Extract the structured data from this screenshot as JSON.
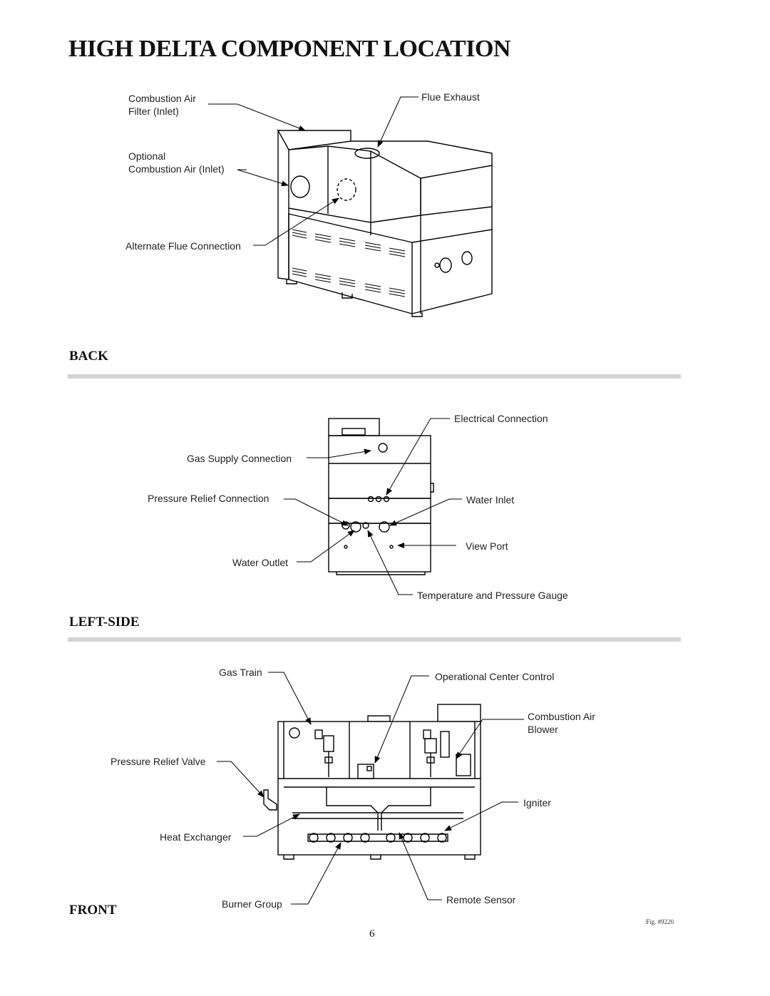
{
  "page": {
    "title": "HIGH DELTA COMPONENT LOCATION",
    "page_number": "6",
    "figure_ref": "Fig. #9220"
  },
  "back": {
    "section_label": "BACK",
    "labels": {
      "combustion_air_filter": "Combustion Air\nFilter (Inlet)",
      "flue_exhaust": "Flue Exhaust",
      "optional_combustion_air": "Optional\nCombustion Air (Inlet)",
      "alternate_flue": "Alternate Flue Connection"
    }
  },
  "left_side": {
    "section_label": "LEFT-SIDE",
    "labels": {
      "electrical_connection": "Electrical Connection",
      "gas_supply": "Gas Supply Connection",
      "pressure_relief_connection": "Pressure Relief Connection",
      "water_inlet": "Water Inlet",
      "view_port": "View Port",
      "water_outlet": "Water Outlet",
      "temp_pressure_gauge": "Temperature and Pressure Gauge"
    }
  },
  "front": {
    "section_label": "FRONT",
    "labels": {
      "gas_train": "Gas Train",
      "operational_center": "Operational Center Control",
      "combustion_air_blower": "Combustion Air\nBlower",
      "pressure_relief_valve": "Pressure Relief Valve",
      "igniter": "Igniter",
      "heat_exchanger": "Heat Exchanger",
      "burner_group": "Burner Group",
      "remote_sensor": "Remote Sensor"
    }
  }
}
